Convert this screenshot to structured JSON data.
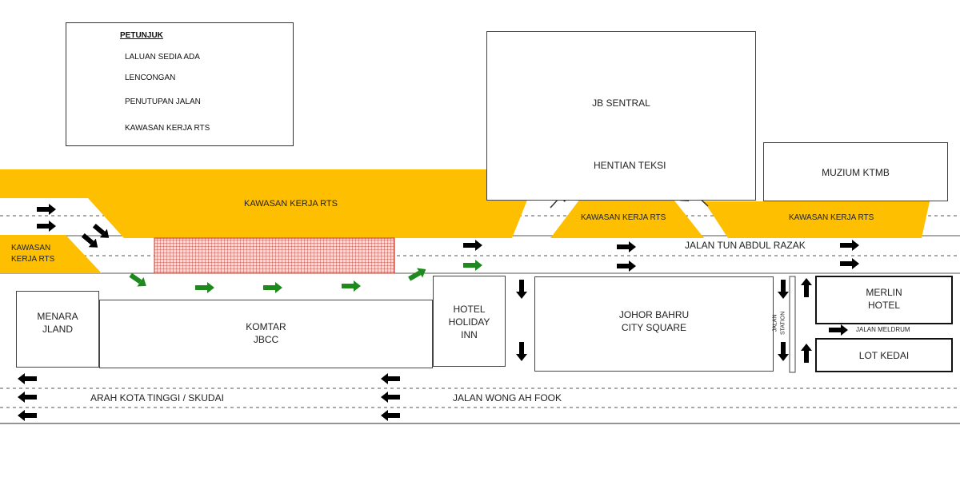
{
  "legend": {
    "title": "PETUNJUK",
    "items": [
      {
        "symbol": "black-arrow",
        "label": "LALUAN SEDIA ADA"
      },
      {
        "symbol": "green-arrow",
        "label": "LENCONGAN"
      },
      {
        "symbol": "red-grid-patch",
        "label": "PENUTUPAN JALAN"
      },
      {
        "symbol": "yellow-patch",
        "label": "KAWASAN KERJA RTS"
      }
    ]
  },
  "colors": {
    "work_zone": "#FDBF00",
    "closure_grid": "#C0392B",
    "closure_fill": "#F3DADA",
    "detour_arrow": "#1E8A1E",
    "existing_arrow": "#000000",
    "road_line": "#555555"
  },
  "work_zones": {
    "main": "KAWASAN  KERJA RTS",
    "left_line1": "KAWASAN",
    "left_line2": "KERJA RTS",
    "center": "KAWASAN  KERJA RTS",
    "right": "KAWASAN  KERJA RTS"
  },
  "buildings": {
    "jb_sentral": "JB SENTRAL",
    "muzium": "MUZIUM KTMB",
    "menara_line1": "MENARA",
    "menara_line2": "JLAND",
    "komtar_line1": "KOMTAR",
    "komtar_line2": "JBCC",
    "hotel_line1": "HOTEL",
    "hotel_line2": "HOLIDAY",
    "hotel_line3": "INN",
    "city_square_line1": "JOHOR BAHRU",
    "city_square_line2": "CITY SQUARE",
    "merlin_line1": "MERLIN",
    "merlin_line2": "HOTEL",
    "lot_kedai": "LOT KEDAI"
  },
  "roads": {
    "hentian_teksi": "HENTIAN TEKSI",
    "jalan_tun_abdul_razak": "JALAN TUN ABDUL RAZAK",
    "arah_kota_tinggi": "ARAH KOTA TINGGI / SKUDAI",
    "jalan_wong_ah_fook": "JALAN WONG AH FOOK",
    "jalan_station_line1": "JALAN",
    "jalan_station_line2": "STATION",
    "jalan_meldrum": "JALAN MELDRUM"
  }
}
